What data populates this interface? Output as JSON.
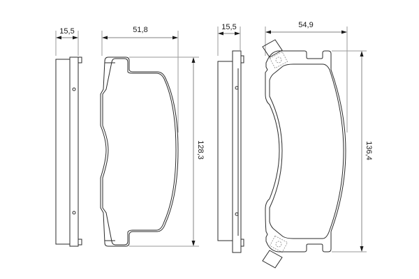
{
  "drawing": {
    "title": "Brake pad set technical drawing",
    "colors": {
      "line": "#2a2a2a",
      "dimension": "#9a9a9a",
      "text": "#1a1a1a",
      "background": "#ffffff"
    }
  },
  "pad_left": {
    "side_view": {
      "thickness_label": "15,5"
    },
    "front_view": {
      "width_label": "51,8",
      "height_label": "128,3"
    }
  },
  "pad_right": {
    "side_view": {
      "thickness_label": "15,5"
    },
    "front_view": {
      "width_label": "54,9",
      "height_label": "136,4"
    }
  }
}
